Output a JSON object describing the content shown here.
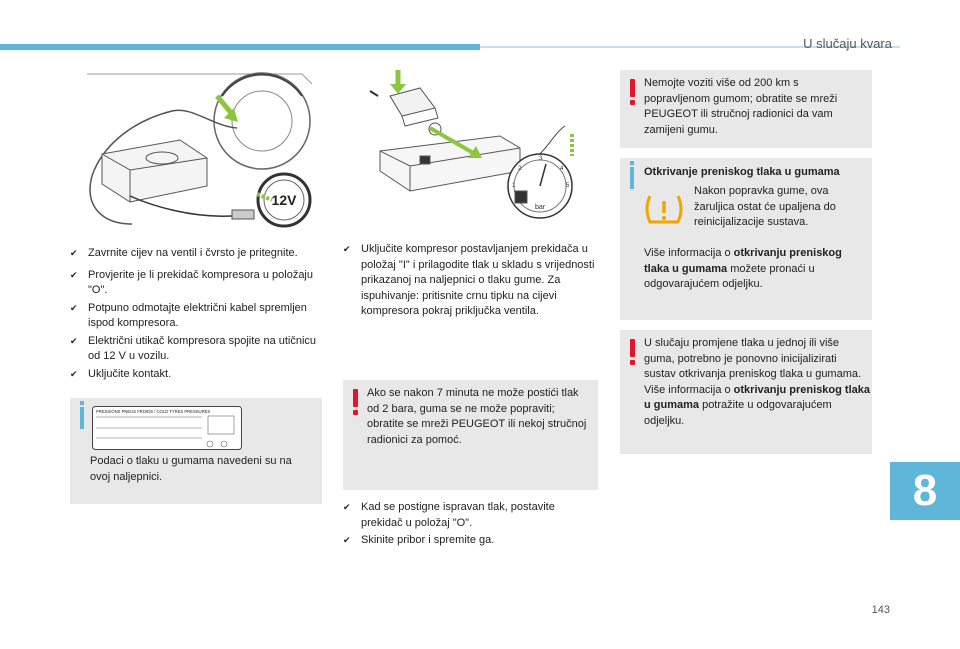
{
  "header": {
    "title": "U slučaju kvara",
    "chapter": "8",
    "page_number": "143"
  },
  "col1": {
    "bullets": [
      "Zavrnite cijev na ventil i čvrsto je pritegnite.",
      "Provjerite je li prekidač kompresora u položaju \"O\".",
      "Potpuno odmotajte električni kabel spremljen ispod kompresora.",
      "Električni utikač kompresora spojite na utičnicu od 12 V u vozilu.",
      "Uključite kontakt."
    ],
    "info_box": {
      "label_title": "PRESSIONS PNEUS FROIDS / COLD TYRES PRESSURES",
      "text": "Podaci o tlaku u gumama navedeni su na ovoj naljepnici."
    }
  },
  "col2": {
    "bullet_top": "Uključite kompresor postavljanjem prekidača u položaj \"I\" i prilagodite tlak u skladu s vrijednosti prikazanoj na naljepnici o tlaku gume. Za ispuhivanje: pritisnite crnu tipku na cijevi kompresora pokraj priključka ventila.",
    "warning": "Ako se nakon 7 minuta ne može postići tlak od 2 bara, guma se ne može popraviti; obratite se mreži PEUGEOT ili nekoj stručnoj radionici za pomoć.",
    "bullets_bottom": [
      "Kad se postigne ispravan tlak, postavite prekidač u položaj \"O\".",
      "Skinite pribor i spremite ga."
    ],
    "gauge_unit": "bar",
    "socket_label": "12V"
  },
  "col3": {
    "warning1": "Nemojte voziti više od 200 km s popravljenom gumom; obratite se mreži PEUGEOT ili stručnoj radionici da vam zamijeni gumu.",
    "detection_title": "Otkrivanje preniskog tlaka u gumama",
    "detection_lamp_text": "Nakon popravka gume, ova žaruljica ostat će upaljena do reinicijalizacije sustava.",
    "detection_more_pre": "Više informacija o ",
    "detection_more_bold": "otkrivanju preniskog tlaka u gumama",
    "detection_more_post": " možete pronaći u odgovarajućem odjeljku.",
    "warning2_text": "U slučaju promjene tlaka u jednoj ili više guma, potrebno je ponovno inicijalizirati sustav otkrivanja preniskog tlaka u gumama. Više informacija o ",
    "warning2_bold": "otkrivanju preniskog tlaka u gumama",
    "warning2_post": " potražite u odgovarajućem odjeljku."
  },
  "colors": {
    "accent": "#5fb6d8",
    "warning": "#e3142b",
    "box": "#e8e8e8"
  }
}
